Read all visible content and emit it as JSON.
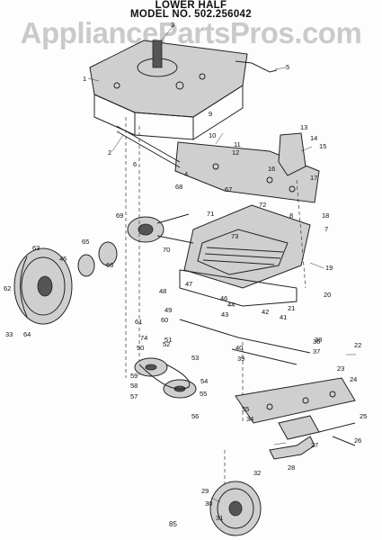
{
  "watermark": "AppliancePartsPros.com",
  "title_line1": "LOWER HALF",
  "title_line2": "MODEL NO. 502.256042",
  "footer": "85",
  "callouts": [
    "1",
    "2",
    "3",
    "4",
    "5",
    "6",
    "7",
    "8",
    "9",
    "10",
    "11",
    "12",
    "13",
    "14",
    "15",
    "16",
    "17",
    "18",
    "19",
    "20",
    "21",
    "22",
    "23",
    "24",
    "25",
    "26",
    "27",
    "28",
    "29",
    "30",
    "31",
    "32",
    "33",
    "34",
    "35",
    "36",
    "37",
    "38",
    "39",
    "40",
    "41",
    "42",
    "43",
    "44",
    "45",
    "46",
    "47",
    "48",
    "49",
    "50",
    "51",
    "52",
    "53",
    "54",
    "55",
    "56",
    "57",
    "58",
    "59",
    "60",
    "61",
    "62",
    "63",
    "64",
    "65",
    "66",
    "67",
    "68",
    "69",
    "70",
    "71",
    "72",
    "73",
    "74"
  ]
}
